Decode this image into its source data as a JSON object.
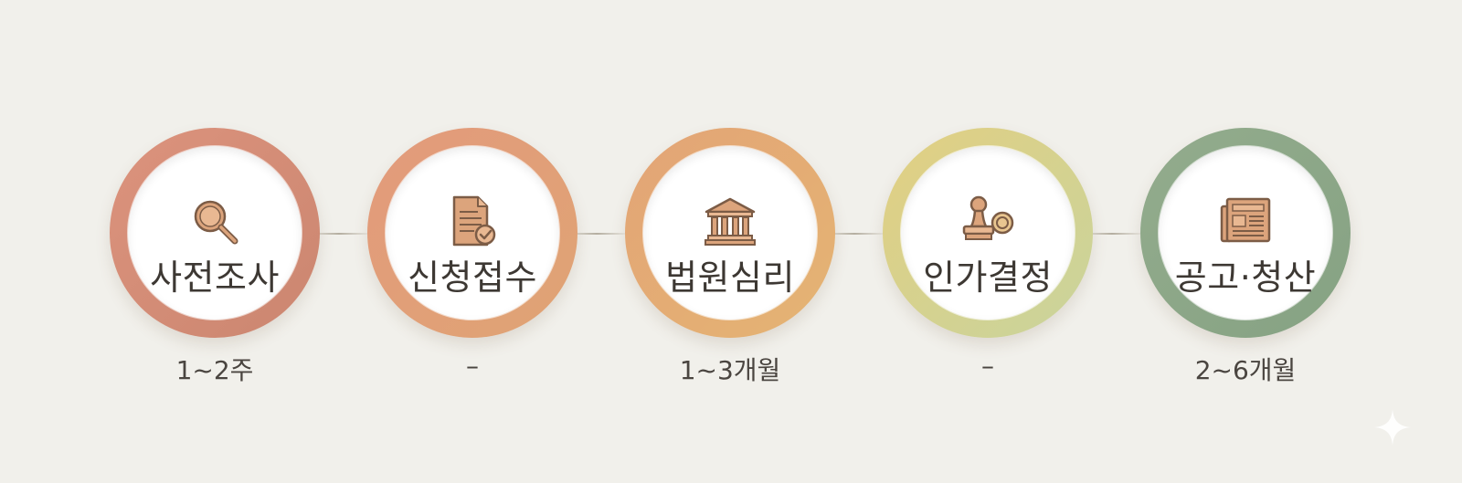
{
  "steps": [
    {
      "label": "사전조사",
      "duration": "1~2주",
      "icon": "magnifier-icon",
      "ring_from": "#d98f7a",
      "ring_to": "#cf8a72"
    },
    {
      "label": "신청접수",
      "duration": "–",
      "icon": "document-check-icon",
      "ring_from": "#e19a7b",
      "ring_to": "#e2a572"
    },
    {
      "label": "법원심리",
      "duration": "1~3개월",
      "icon": "courthouse-icon",
      "ring_from": "#e3a574",
      "ring_to": "#e3b872"
    },
    {
      "label": "인가결정",
      "duration": "–",
      "icon": "stamp-icon",
      "ring_from": "#e0cf84",
      "ring_to": "#c9d39a"
    },
    {
      "label": "공고·청산",
      "duration": "2~6개월",
      "icon": "newspaper-icon",
      "ring_from": "#8fa98a",
      "ring_to": "#86a384"
    }
  ],
  "colors": {
    "background": "#f1f0eb",
    "icon_fill": "#dca47c",
    "icon_stroke": "#7c5c46"
  }
}
